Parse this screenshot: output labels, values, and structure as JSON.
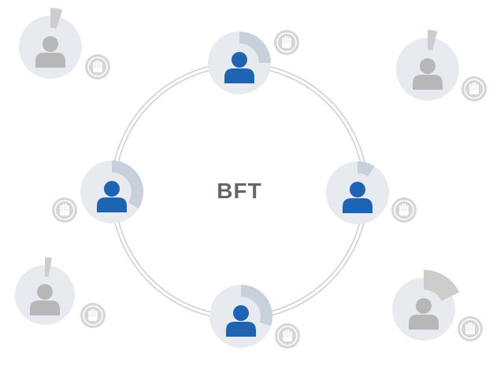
{
  "diagram": {
    "center_label": "BFT",
    "colors": {
      "ring": "#d0d0d0",
      "disc": "#e7ebf0",
      "active_user": "#1f63b3",
      "active_share": "#c8d0db",
      "inactive_user": "#b7b7b7",
      "inactive_share": "#cdcdcd",
      "badge": "#d6d6d6",
      "badge_icon": "#ffffff"
    },
    "consensus_nodes": [
      {
        "name": "node-top",
        "share_percent": 25,
        "badge_icon": "hand-icon"
      },
      {
        "name": "node-right",
        "share_percent": 9,
        "badge_icon": "hand-icon"
      },
      {
        "name": "node-bottom",
        "share_percent": 30,
        "badge_icon": "hand-icon"
      },
      {
        "name": "node-left",
        "share_percent": 34,
        "badge_icon": "hand-icon"
      }
    ],
    "outer_nodes": [
      {
        "name": "outer-node-top-left",
        "share_percent": 5,
        "badge_icon": "hand-icon"
      },
      {
        "name": "outer-node-top-right",
        "share_percent": 4,
        "badge_icon": "hand-icon"
      },
      {
        "name": "outer-node-bottom-left",
        "share_percent": 3,
        "badge_icon": "hand-icon"
      },
      {
        "name": "outer-node-bottom-right",
        "share_percent": 18,
        "badge_icon": "hand-icon"
      }
    ]
  }
}
